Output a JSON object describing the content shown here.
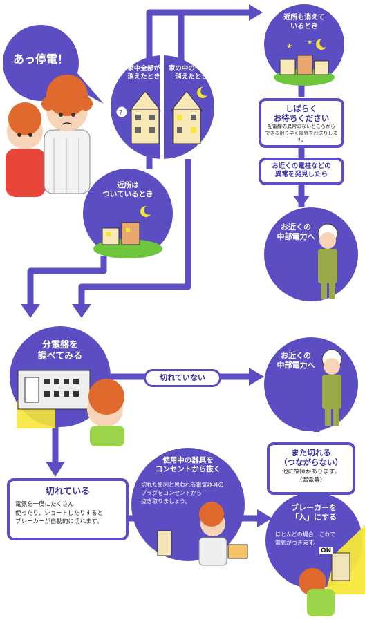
{
  "speech": "あっ停電！",
  "whole_house_off": "家中全部が\n消えたとき",
  "part_house_off": "家の中の一部が\n消えたとき",
  "neighbors_off": "近所も消えて\nいるとき",
  "neighbors_on": "近所は\nついているとき",
  "please_wait": {
    "title": "しばらく\nお待ちください",
    "body": "配電線の異常のないところから\nできる限り早く電気をお送りします。"
  },
  "pole_issue": "お近くの電柱などの\n異常を発見したら",
  "chubu_contact_1": "お近くの\n中部電力へ",
  "check_panel": "分電盤を\n調べてみる",
  "not_tripped": "切れていない",
  "chubu_contact_2": "お近くの\n中部電力へ",
  "tripped": {
    "title": "切れている",
    "body": "電気を一度にたくさん\n使ったり、ショートしたりすると\nブレーカーが自動的に切れます。"
  },
  "unplug": {
    "title": "使用中の器具を\nコンセントから抜く",
    "body": "切れた原因と思われる電気器具の\nプラグをコンセントから\n抜き取りましょう。"
  },
  "tripped_again": {
    "title": "また切れる\n（つながらない）",
    "body": "他に故障があります。\n（漏電等）"
  },
  "breaker_on": {
    "title": "ブレーカーを\n「入」にする",
    "body": "ほとんどの場合、これで\n電気がつきます。"
  },
  "on_label": "ON",
  "colors": {
    "primary": "#5b4ec3",
    "accent": "#f5e63a",
    "title_text": "#3b32a6"
  }
}
